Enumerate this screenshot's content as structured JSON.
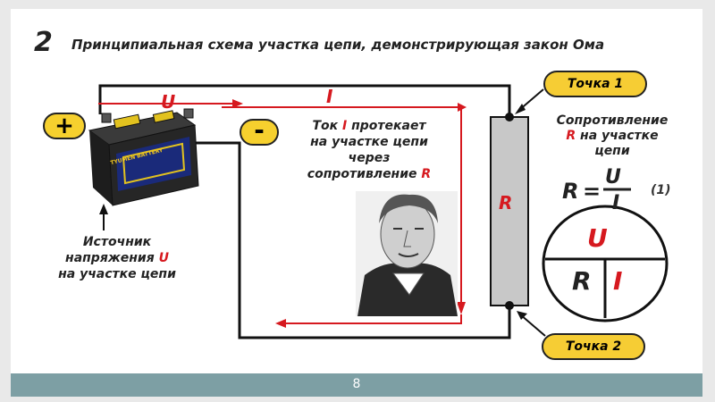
{
  "slide": {
    "number": "2",
    "title": "Принципиальная схема участка цепи, демонстрирующая закон Ома",
    "page_number": "8"
  },
  "labels": {
    "plus": "+",
    "minus": "-",
    "voltage": "U",
    "current": "I",
    "resistor": "R",
    "point1": "Точка 1",
    "point2": "Точка 2"
  },
  "current_text": {
    "line1_prefix": "Ток ",
    "line1_letter": "I",
    "line1_suffix": " протекает",
    "line2": "на участке цепи",
    "line3": "через",
    "line4_prefix": "сопротивление ",
    "line4_letter": "R"
  },
  "source_text": {
    "line1": "Источник",
    "line2_prefix": "напряжения ",
    "line2_letter": "U",
    "line3": "на участке цепи"
  },
  "resistance_text": {
    "line1": "Сопротивление",
    "line2_letter": "R",
    "line2_suffix": " на участке",
    "line3": "цепи"
  },
  "formula": {
    "lhs": "R",
    "eq": "=",
    "numerator": "U",
    "denominator": "I",
    "number": "(1)"
  },
  "triangle": {
    "top": "U",
    "bottom_left": "R",
    "bottom_right": "I"
  },
  "battery": {
    "brand": "TYUMEN BATTERY"
  },
  "colors": {
    "accent_red": "#d6191f",
    "pill_yellow": "#f6cd34",
    "footer": "#7d9fa4",
    "resistor_gray": "#c8c8c8"
  }
}
